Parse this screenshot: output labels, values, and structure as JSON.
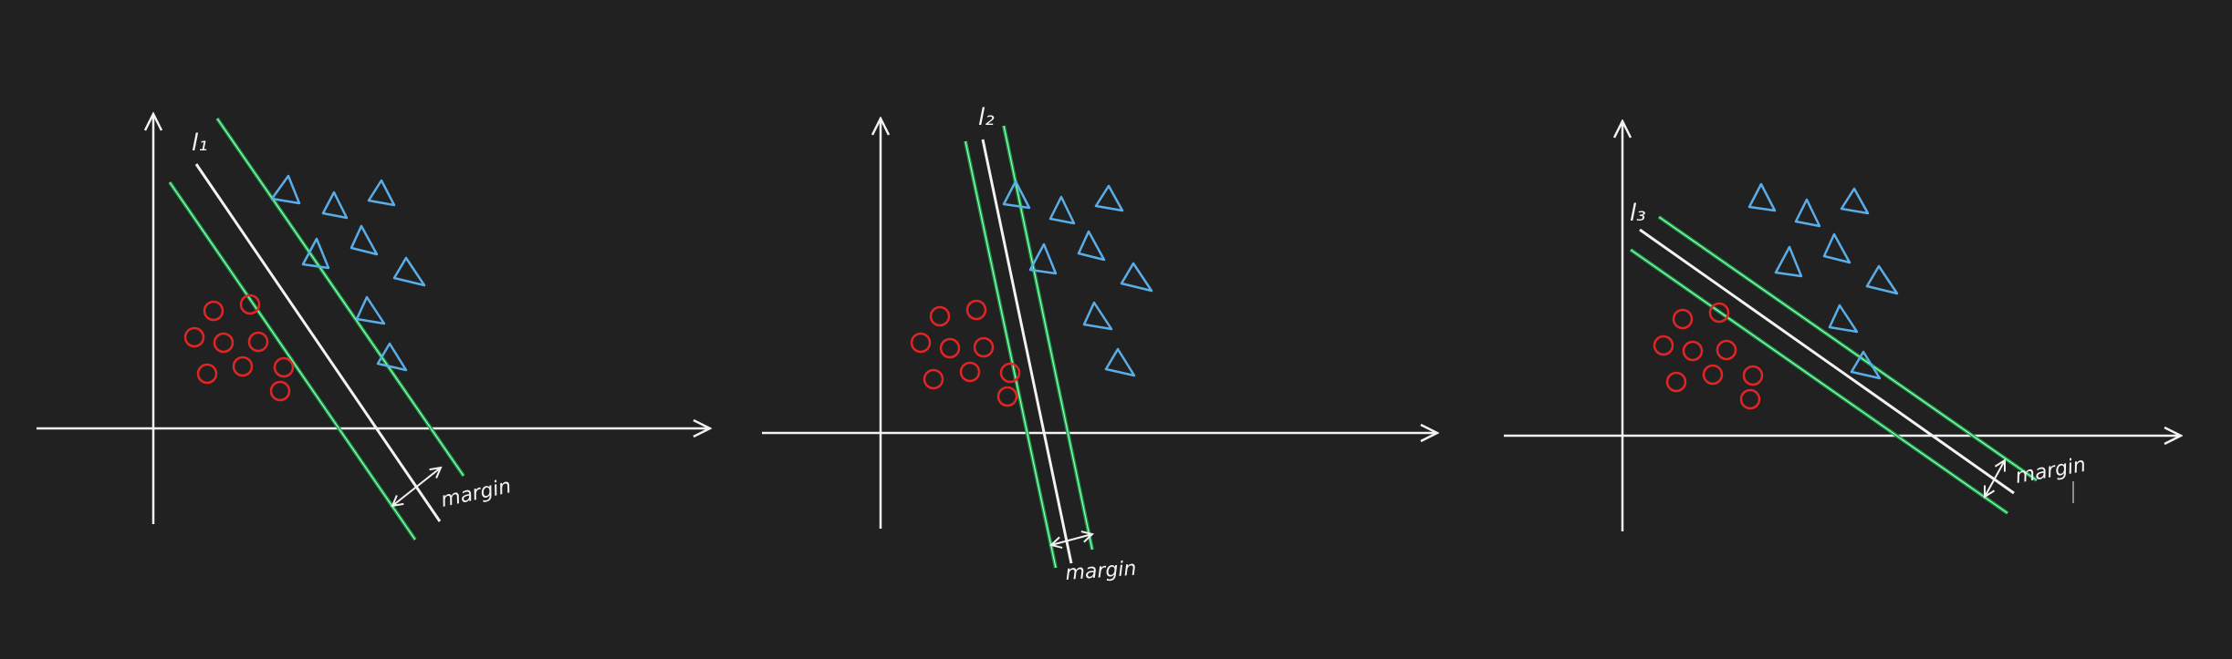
{
  "colors": {
    "background": "#212121",
    "axes": "#f2f2f2",
    "hyperplane": "#f2f2f2",
    "margin_line": "#16a34a",
    "margin_line_glow": "#bfffd0",
    "circle": "#e02525",
    "triangle": "#5aaee8"
  },
  "panels": [
    {
      "id": "panel-1",
      "line_label": "l₁",
      "margin_label": "margin"
    },
    {
      "id": "panel-2",
      "line_label": "l₂",
      "margin_label": "margin"
    },
    {
      "id": "panel-3",
      "line_label": "l₃",
      "margin_label": "margin"
    }
  ]
}
